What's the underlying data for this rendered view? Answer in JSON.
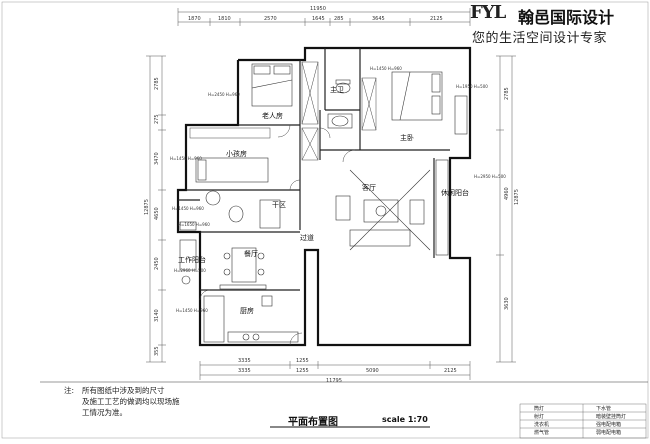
{
  "brand": {
    "logo": "FYL",
    "name": "翰邑国际设计",
    "slogan": "您的生活空间设计专家"
  },
  "plan": {
    "title": "平面布置图",
    "scale": "scale 1:70",
    "rooms": {
      "elder_room": "老人房",
      "child_room": "小孩房",
      "master_bath": "主卫",
      "master_bedroom": "主卧",
      "living_room": "客厅",
      "leisure_balcony": "休闲阳台",
      "dry_area": "干区",
      "corridor": "过道",
      "work_balcony": "工作阳台",
      "dining": "餐厅",
      "kitchen": "厨房"
    },
    "dims_top": {
      "total": "11950",
      "segs": [
        "1870",
        "1810",
        "2570",
        "1645",
        "285",
        "3645",
        "2125"
      ]
    },
    "dims_bottom": {
      "total": "11795",
      "segs": [
        "3335",
        "1255",
        "5090",
        "2125"
      ],
      "inner": [
        "3335",
        "1255"
      ]
    },
    "dims_left": [
      "2785",
      "275",
      "3470",
      "4650",
      "2450",
      "3140",
      "355",
      "12875"
    ],
    "dims_right": [
      "2785",
      "4960",
      "3630",
      "12875"
    ],
    "door_tags": [
      "H=2450 H=960",
      "H=1450 H=960",
      "H=1450 H=960",
      "H=1450 H=960",
      "H=1650 H=960",
      "H=1450 H=960",
      "H=2960 H=500"
    ],
    "right_tags": [
      "H=1950 H=500",
      "H=2950 H=500"
    ]
  },
  "note": {
    "label": "注:",
    "lines": [
      "所有图纸中涉及到的尺寸",
      "及施工工艺的做调均以现场施",
      "工情况为准。"
    ]
  },
  "legend": {
    "items": [
      "筒灯",
      "下水管",
      "射灯",
      "暗装壁挂筒灯",
      "洗衣机",
      "强电配电箱",
      "燃气管",
      "弱电配电箱"
    ]
  }
}
